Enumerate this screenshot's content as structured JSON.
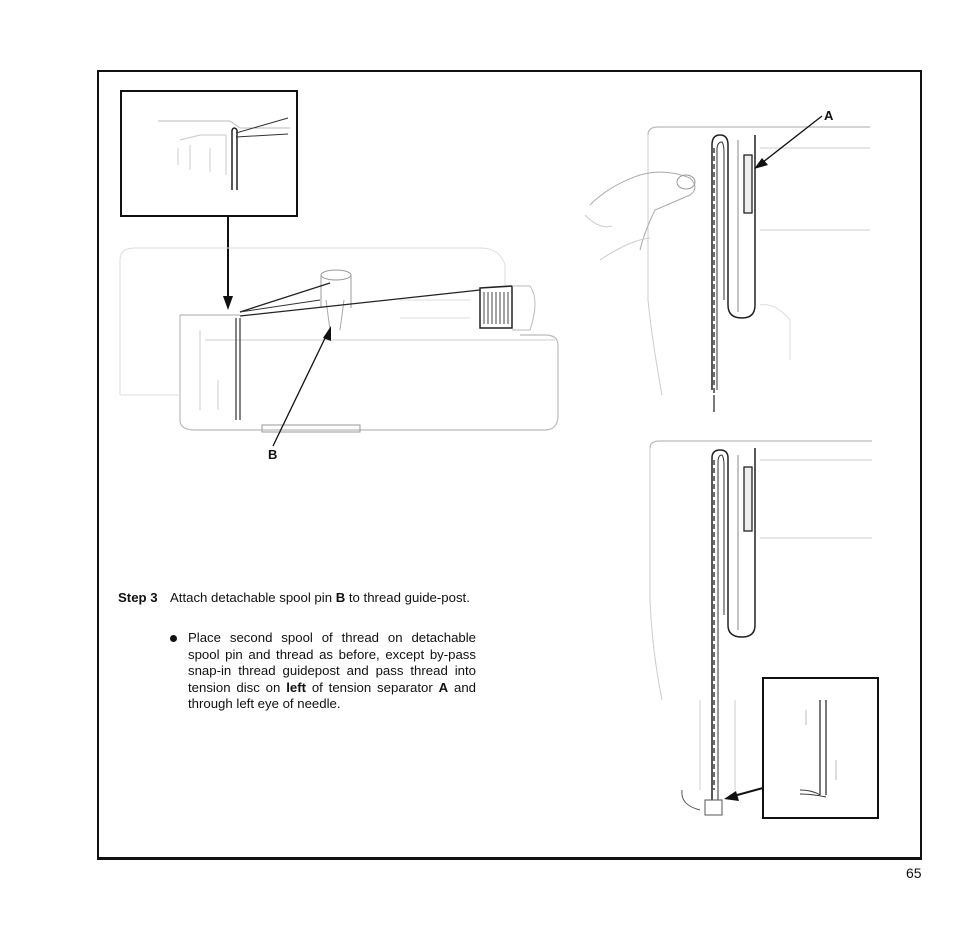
{
  "labels": {
    "a": "A",
    "b": "B"
  },
  "step": {
    "heading": "Step 3",
    "text_before": "Attach detachable spool pin ",
    "text_bold": "B",
    "text_after": " to thread guide-post."
  },
  "bullet": {
    "part1": "Place second spool of thread on detachable spool pin and thread as before, except by-pass snap-in thread guidepost and pass thread into tension disc on ",
    "bold_left": "left",
    "part2": " of tension separator ",
    "bold_a": "A",
    "part3": " and through left eye of needle."
  },
  "page_number": "65"
}
